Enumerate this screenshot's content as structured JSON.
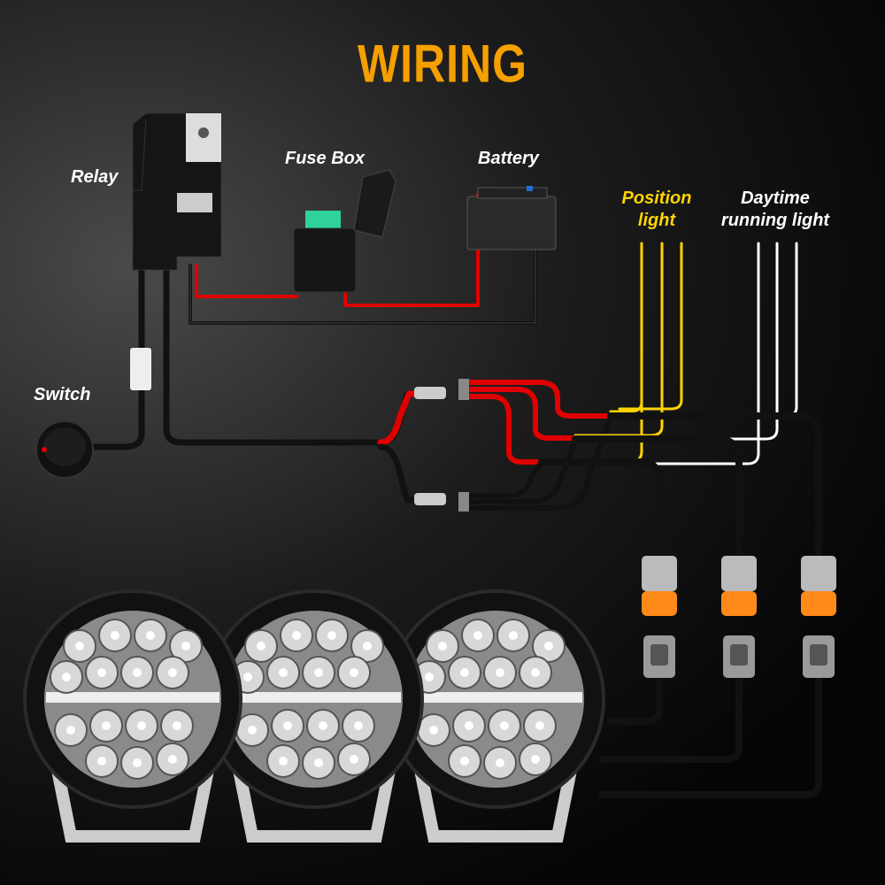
{
  "title": "WIRING",
  "labels": {
    "relay": "Relay",
    "fuse_box": "Fuse Box",
    "battery": "Battery",
    "position_light": [
      "Position",
      "light"
    ],
    "daytime_running_light": [
      "Daytime",
      "running light"
    ],
    "switch": "Switch"
  },
  "colors": {
    "title": "#f5a000",
    "positive_wire": "#e00000",
    "ground_wire": "#111111",
    "position_wire": "#ffd400",
    "drl_wire": "#ffffff",
    "connector": "#ff8a1a",
    "fuse": "#2fd39a"
  },
  "lights_count": 3
}
